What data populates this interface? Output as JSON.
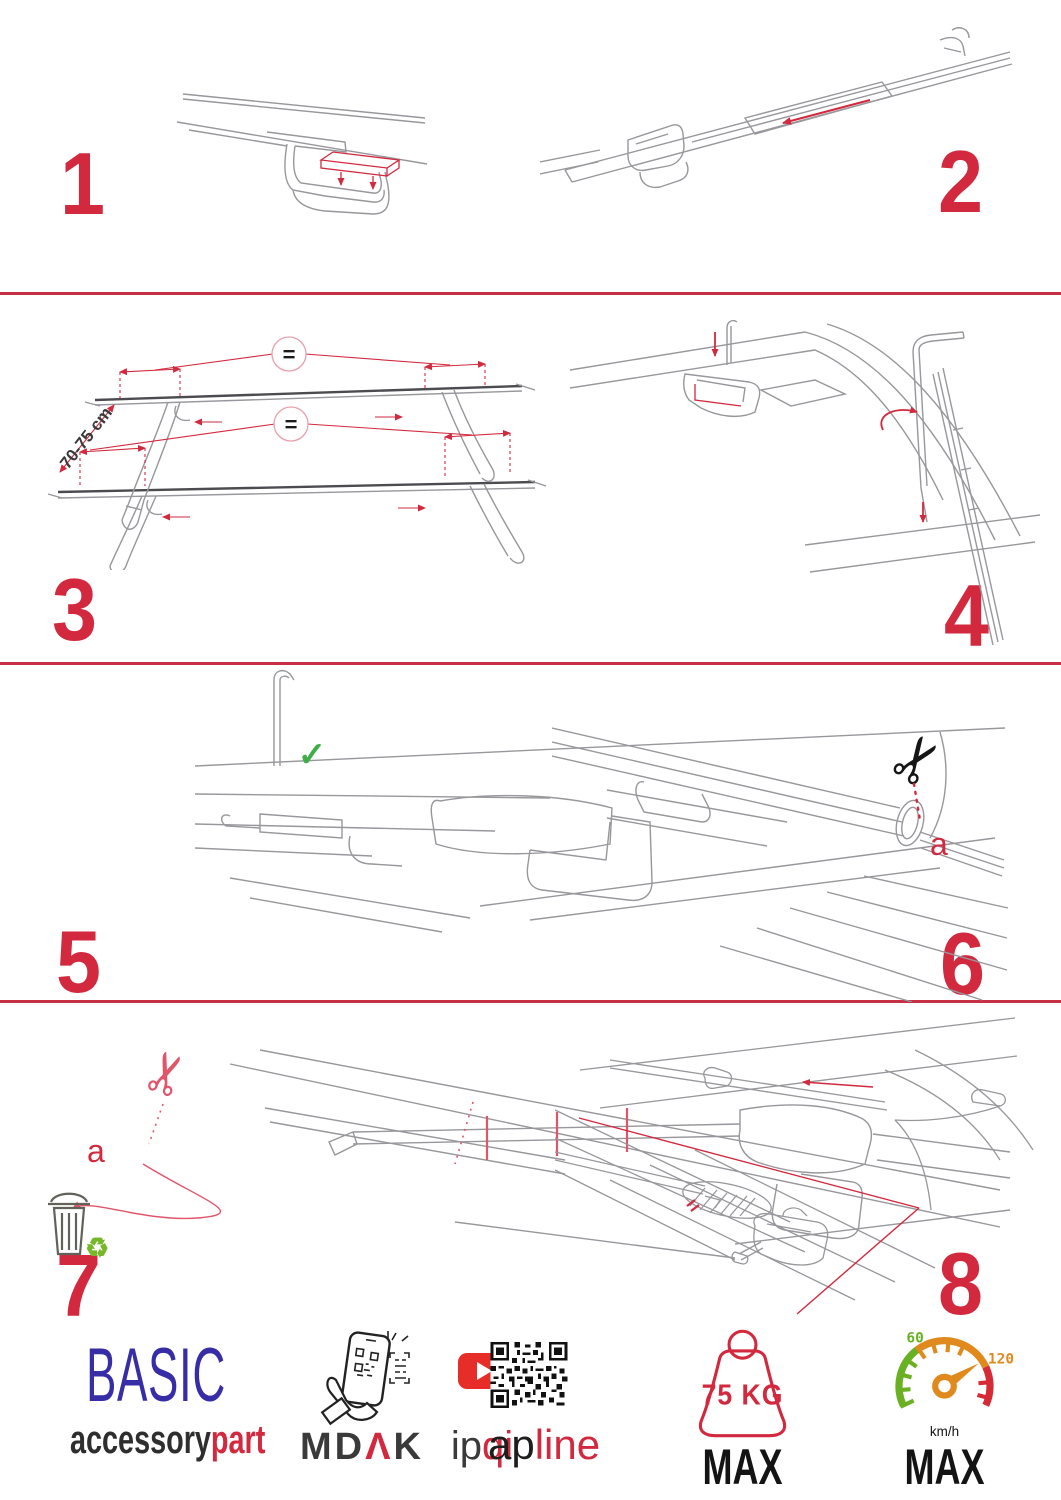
{
  "page": {
    "type": "roof-rack installation manual page",
    "accent_red": "#d2293e",
    "divider_red": "#c62f44",
    "brand_blue": "#372da6",
    "line_gray": "#97979c",
    "text_dark": "#3a3a3a",
    "check_green": "#3fae49",
    "recycle_green": "#76b82a",
    "youtube_red": "#e62d27",
    "gauge_green": "#6ab023",
    "gauge_orange": "#e08a1e",
    "gauge_red": "#d42b35"
  },
  "steps": [
    {
      "number": "1"
    },
    {
      "number": "2"
    },
    {
      "number": "3"
    },
    {
      "number": "4"
    },
    {
      "number": "5"
    },
    {
      "number": "6"
    },
    {
      "number": "7"
    },
    {
      "number": "8"
    }
  ],
  "annotations": {
    "dimension_label": "70-75 cm",
    "equals_symbol": "=",
    "part_label_a": "a"
  },
  "icons": {
    "checkmark": "✓",
    "scissors": "✂",
    "recycle": "♻"
  },
  "footer": {
    "brand_title": "BASIC",
    "brand_sub_black": "accessory",
    "brand_sub_red": "part",
    "partner1_black_prefix": "MD",
    "partner1_red_letter": "Λ",
    "partner1_black_suffix": "K",
    "partner2_black": "ip",
    "partner2_red": "qi",
    "partner3_black": "ap",
    "partner3_red": "line",
    "max_load": {
      "value": "75 KG",
      "label": "MAX"
    },
    "max_speed": {
      "tick_60": "60",
      "tick_120": "120",
      "unit": "km/h",
      "label": "MAX"
    }
  }
}
